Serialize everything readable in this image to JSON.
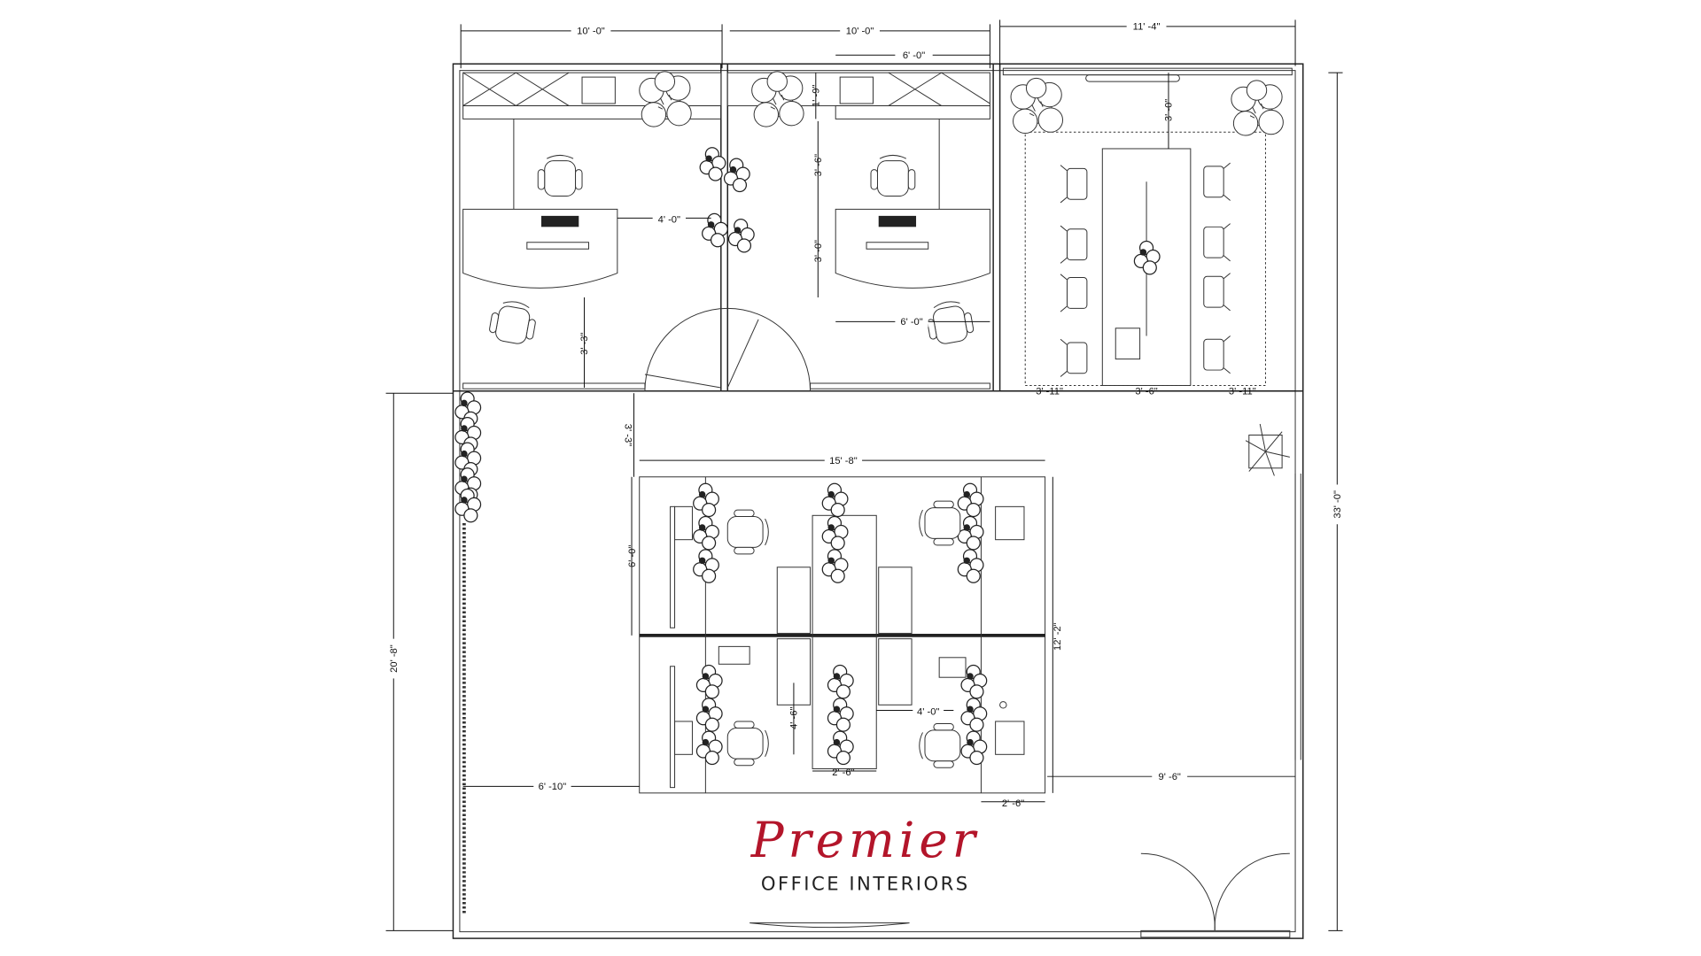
{
  "logo": {
    "name": "Premier",
    "subtitle": "OFFICE INTERIORS",
    "color": "#b3152a"
  },
  "dimensions": {
    "office1_width": "10' -0\"",
    "office2_width": "10' -0\"",
    "conference_width": "11' -4\"",
    "credenza_width": "6' -0\"",
    "credenza_depth": "1' -9\"",
    "conference_wall_clearance": "3' -0\"",
    "office2_chair_zone": "3' -6\"",
    "office2_desk_depth": "3' -0\"",
    "office1_aisle": "4' -0\"",
    "office1_guest_zone": "3' -3\"",
    "office2_desk_width": "6' -0\"",
    "conf_left": "3' -11\"",
    "conf_table": "3' -6\"",
    "conf_right": "3' -11\"",
    "open_top_clearance": "3' -3\"",
    "cluster_width": "15' -8\"",
    "cluster_half_depth": "6' -0\"",
    "cluster_depth": "12' -2\"",
    "cube_aisle_depth": "4' -6\"",
    "cube_aisle_width": "4' -0\"",
    "center_panel_width": "2' -6\"",
    "end_panel_width": "2' -6\"",
    "left_clearance": "6' -10\"",
    "right_clearance": "9' -6\"",
    "open_area_depth": "20' -8\"",
    "overall_depth": "33' -0\""
  }
}
